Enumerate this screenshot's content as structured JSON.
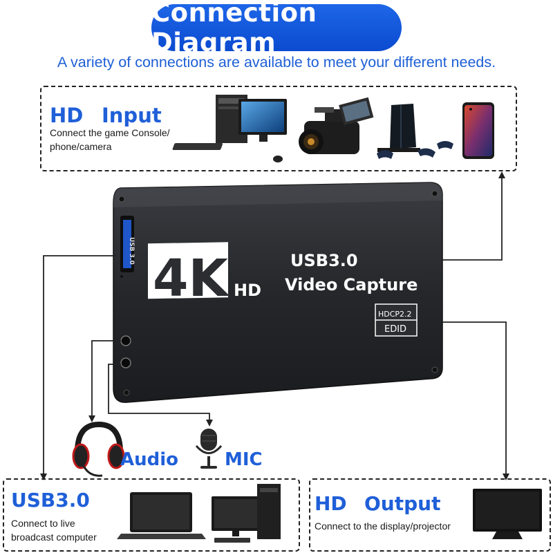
{
  "header": {
    "title": "Connection Diagram",
    "subtitle": "A variety of connections are available to meet your different needs."
  },
  "input_box": {
    "hd": "HD",
    "heading": "Input",
    "description_line1": "Connect the game Console/",
    "description_line2": "phone/camera"
  },
  "device": {
    "big_label": "4K",
    "hd_label": "HD",
    "usb_label": "USB3.0",
    "product_label": "Video Capture",
    "hdcp_label": "HDCP2.2",
    "edid_label": "EDID",
    "port_label": "USB 3.0"
  },
  "peripherals": {
    "audio_label": "Audio",
    "mic_label": "MIC"
  },
  "usb_box": {
    "heading": "USB3.0",
    "description_line1": "Connect to live",
    "description_line2": "broadcast computer"
  },
  "output_box": {
    "hd": "HD",
    "heading": "Output",
    "description": "Connect to the display/projector"
  },
  "colors": {
    "accent_blue": "#1f5fd8",
    "device_body": "#2b2d31"
  }
}
